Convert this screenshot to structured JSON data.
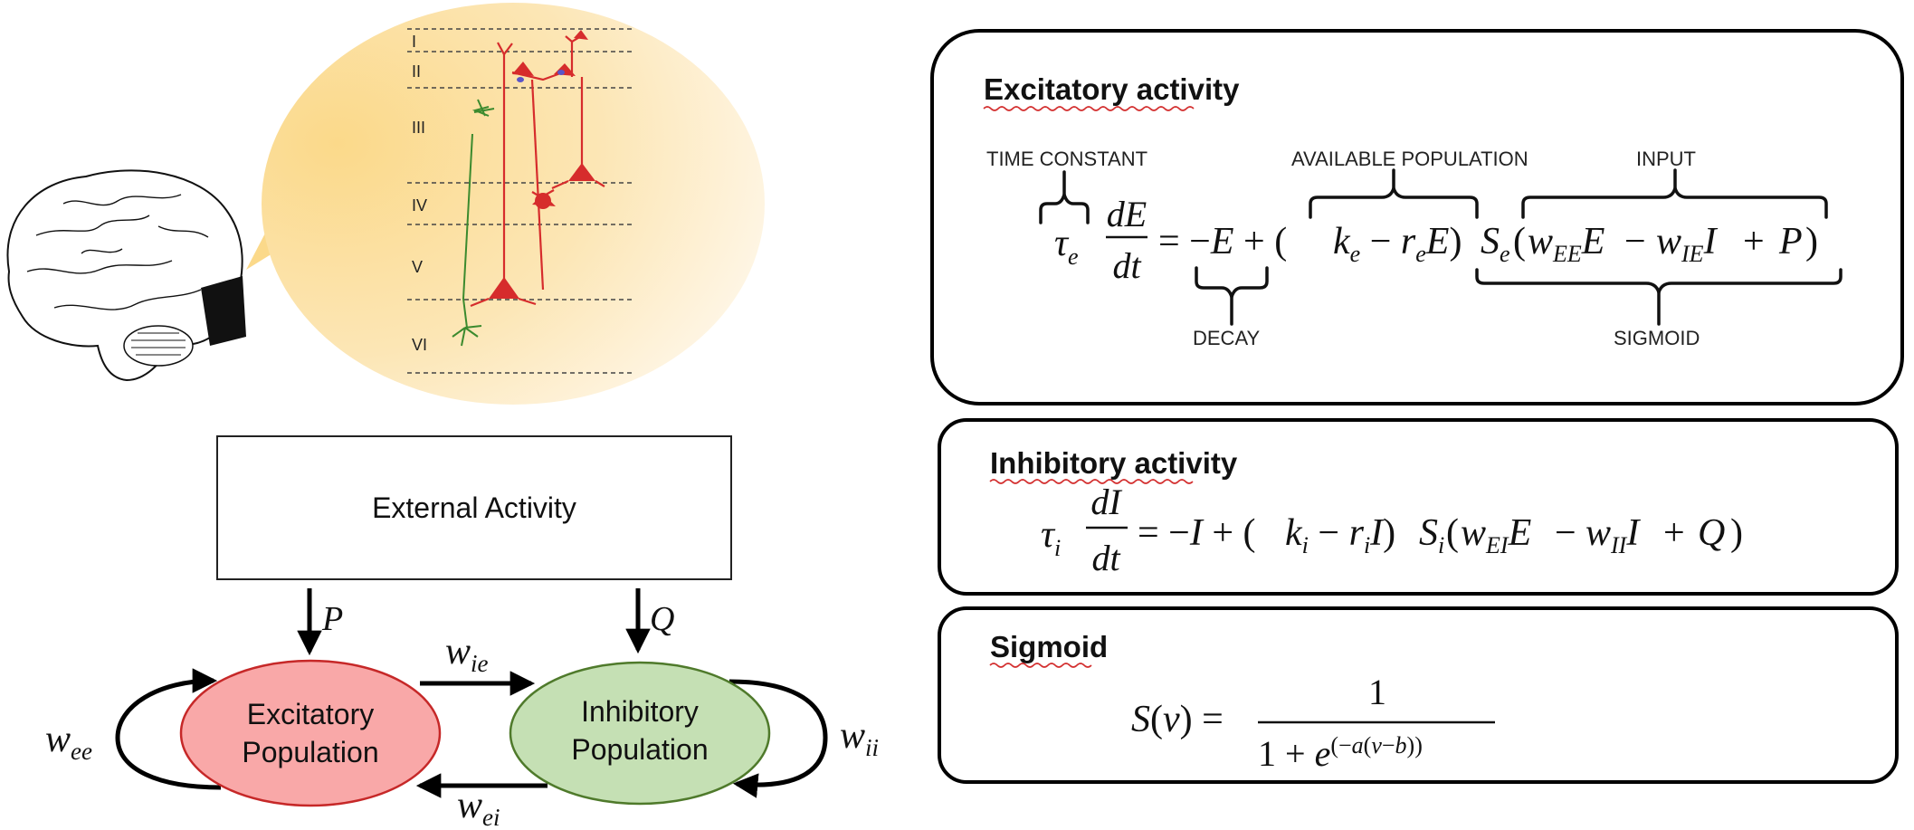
{
  "diagram": {
    "cortex_layers": [
      "I",
      "II",
      "III",
      "IV",
      "V",
      "VI"
    ],
    "external_box": {
      "label": "External Activity"
    },
    "inputs": {
      "to_excitatory": "P",
      "to_inhibitory": "Q"
    },
    "excitatory_node": {
      "line1": "Excitatory",
      "line2": "Population",
      "fill": "#f9a8a8",
      "stroke": "#c62828"
    },
    "inhibitory_node": {
      "line1": "Inhibitory",
      "line2": "Population",
      "fill": "#c5e0b4",
      "stroke": "#4f7a2b"
    },
    "weights": {
      "ee": {
        "base": "w",
        "sub": "ee"
      },
      "ie": {
        "base": "w",
        "sub": "ie"
      },
      "ei": {
        "base": "w",
        "sub": "ei"
      },
      "ii": {
        "base": "w",
        "sub": "ii"
      }
    }
  },
  "equations": {
    "excitatory": {
      "heading": "Excitatory activity",
      "annotations": {
        "time_constant": "TIME CONSTANT",
        "available_population": "AVAILABLE POPULATION",
        "input": "INPUT",
        "decay": "DECAY",
        "sigmoid": "SIGMOID"
      }
    },
    "inhibitory": {
      "heading": "Inhibitory activity"
    },
    "sigmoid": {
      "heading": "Sigmoid"
    }
  },
  "colors": {
    "pyramidal_neuron": "#d62c2c",
    "interneuron": "#3b8a2e",
    "bubble": "#fbd98a",
    "spell_underline": "#d32f2f"
  }
}
